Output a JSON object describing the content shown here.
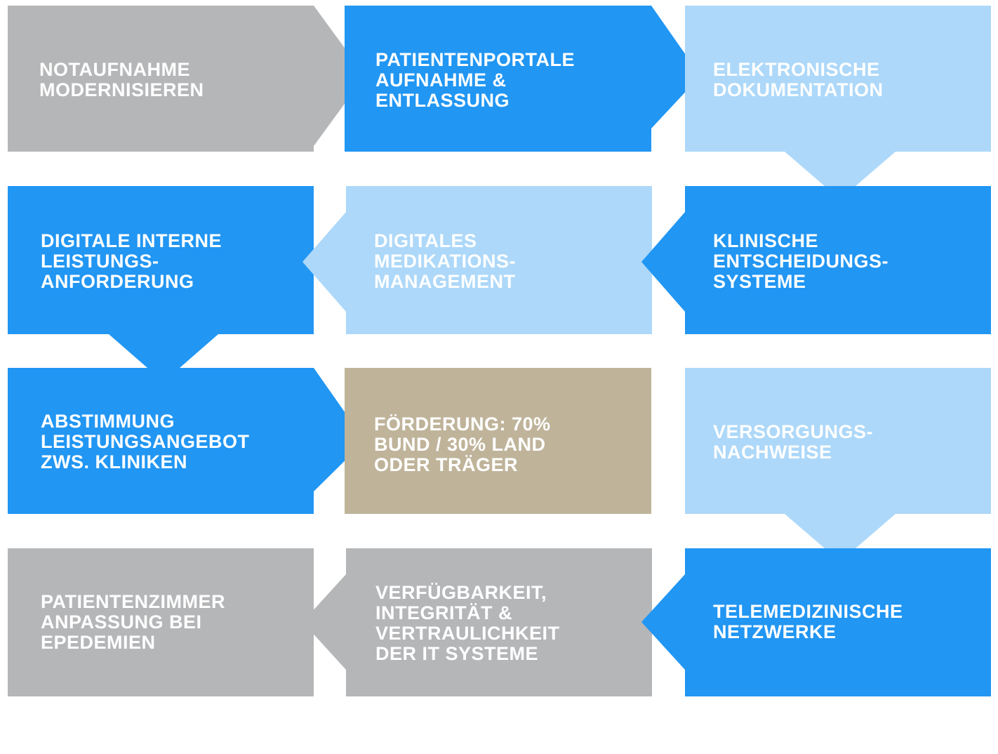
{
  "colors": {
    "gray": "#b5b6b8",
    "blue": "#2196f3",
    "light_blue": "#add8f9",
    "beige": "#bfb49a",
    "text": "#ffffff",
    "background": "#ffffff"
  },
  "boxes": [
    {
      "id": "notaufnahme",
      "color": "gray",
      "lines": [
        "NOTAUFNAHME",
        "MODERNISIEREN"
      ]
    },
    {
      "id": "patientenportale",
      "color": "blue",
      "lines": [
        "PATIENTENPORTALE",
        "AUFNAHME &",
        "ENTLASSUNG"
      ]
    },
    {
      "id": "elektronische-dokumentation",
      "color": "light_blue",
      "lines": [
        "ELEKTRONISCHE",
        "DOKUMENTATION"
      ]
    },
    {
      "id": "leistungsanforderung",
      "color": "blue",
      "lines": [
        "DIGITALE INTERNE",
        "LEISTUNGS-",
        "ANFORDERUNG"
      ]
    },
    {
      "id": "medikationsmanagement",
      "color": "light_blue",
      "lines": [
        "DIGITALES",
        "MEDIKATIONS-",
        "MANAGEMENT"
      ]
    },
    {
      "id": "entscheidungssysteme",
      "color": "blue",
      "lines": [
        "KLINISCHE",
        "ENTSCHEIDUNGS-",
        "SYSTEME"
      ]
    },
    {
      "id": "abstimmung",
      "color": "blue",
      "lines": [
        "ABSTIMMUNG",
        "LEISTUNGSANGEBOT",
        "ZWS. KLINIKEN"
      ]
    },
    {
      "id": "foerderung",
      "color": "beige",
      "lines": [
        "FÖRDERUNG: 70%",
        "BUND / 30% LAND",
        "ODER TRÄGER"
      ]
    },
    {
      "id": "versorgungsnachweise",
      "color": "light_blue",
      "lines": [
        "VERSORGUNGS-",
        "NACHWEISE"
      ]
    },
    {
      "id": "patientenzimmer",
      "color": "gray",
      "lines": [
        "PATIENTENZIMMER",
        "ANPASSUNG BEI",
        "EPEDEMIEN"
      ]
    },
    {
      "id": "it-systeme",
      "color": "gray",
      "lines": [
        "VERFÜGBARKEIT,",
        "INTEGRITÄT &",
        "VERTRAULICHKEIT",
        "DER IT SYSTEME"
      ]
    },
    {
      "id": "telemedizin",
      "color": "blue",
      "lines": [
        "TELEMEDIZINISCHE",
        "NETZWERKE"
      ]
    }
  ]
}
